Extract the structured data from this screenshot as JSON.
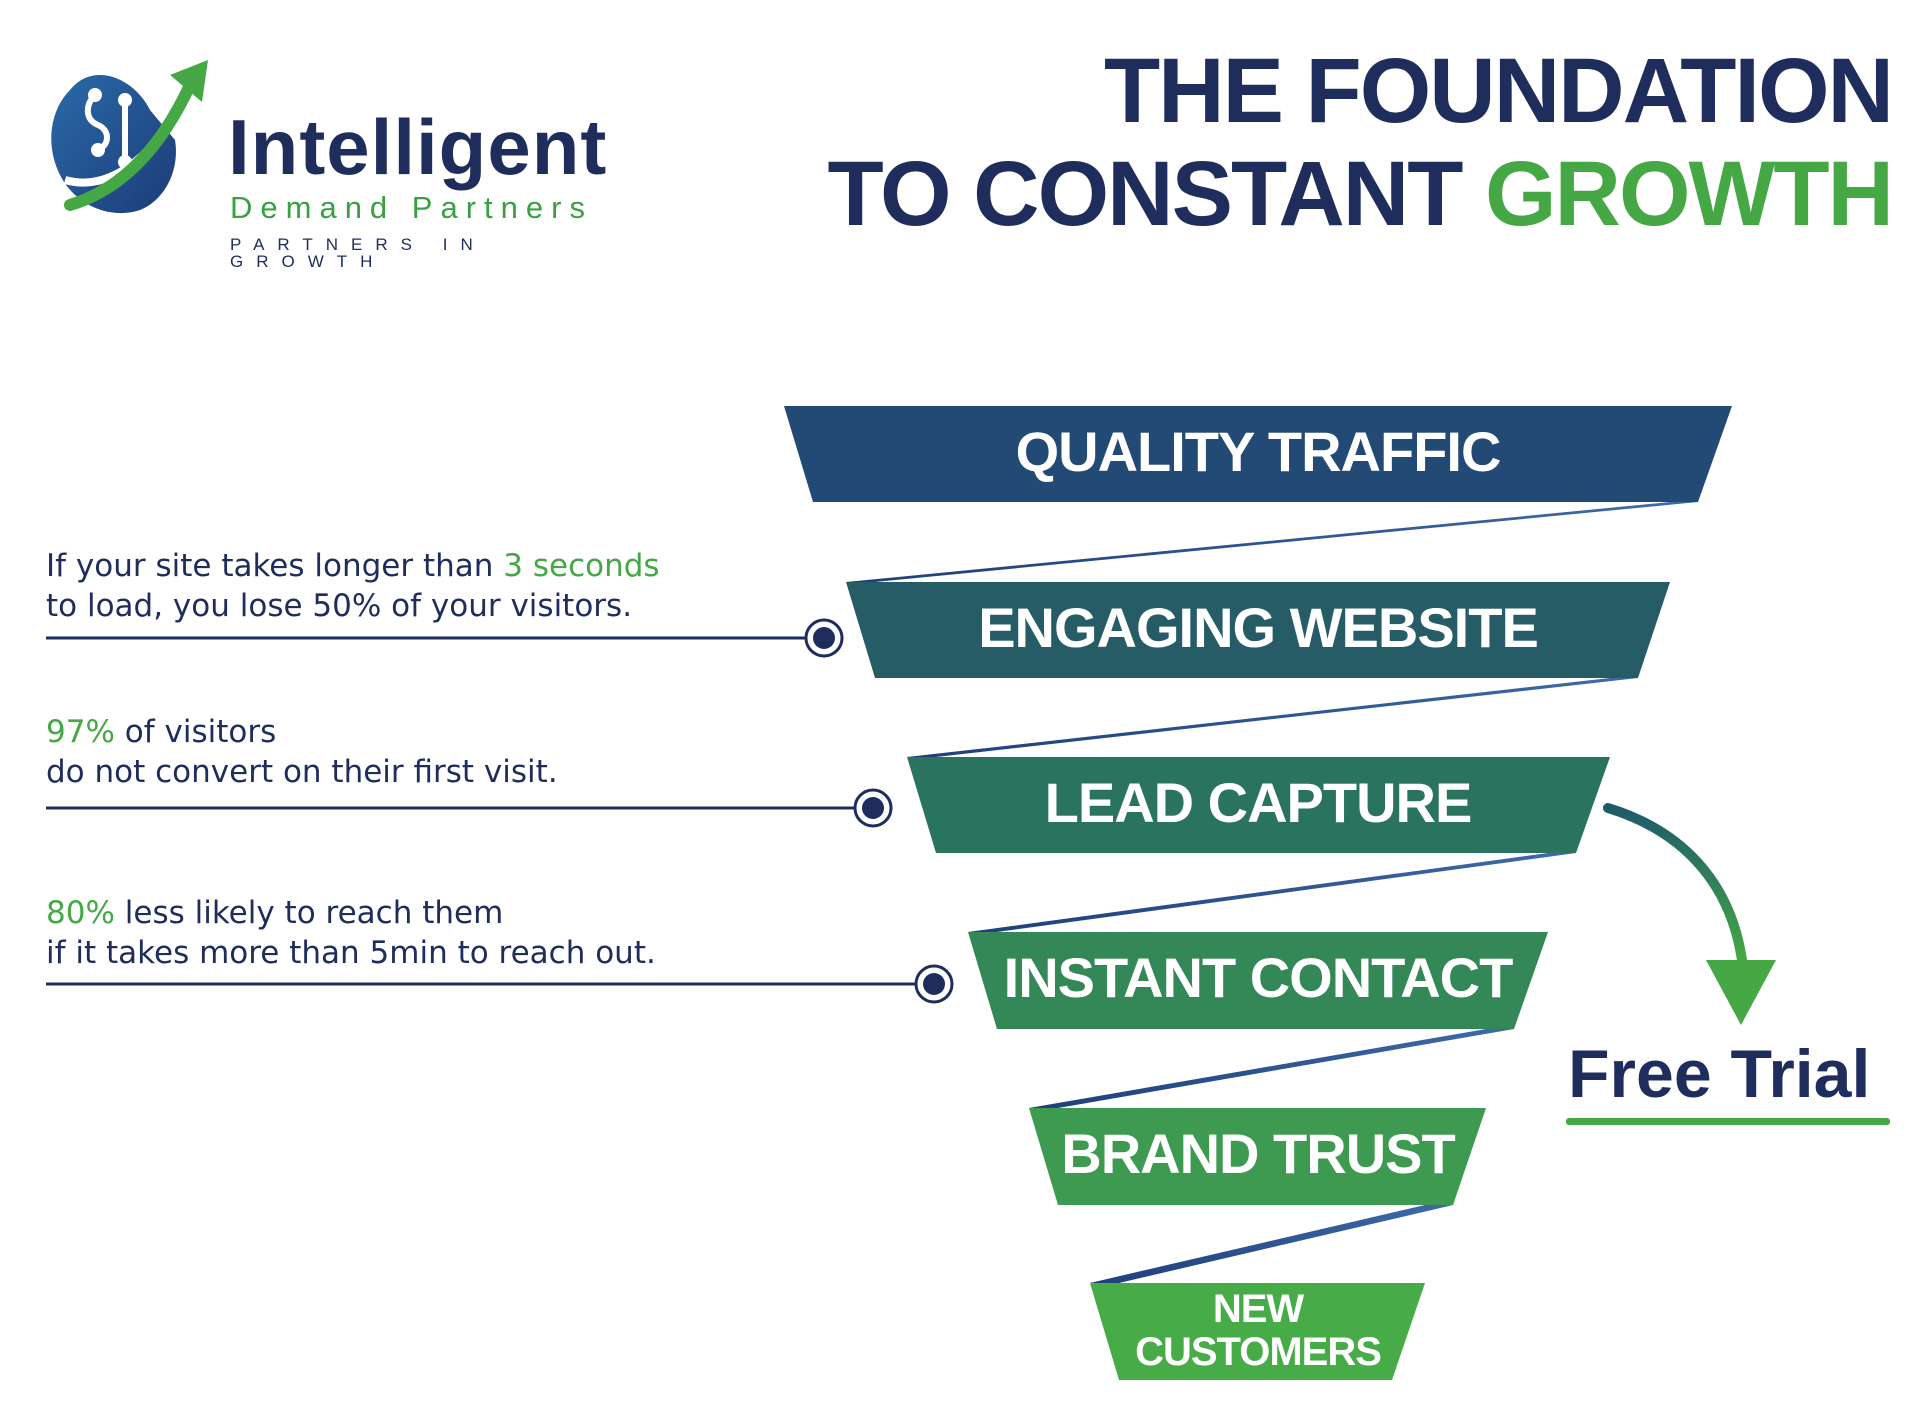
{
  "brand": {
    "name": "Intelligent",
    "sub": "Demand Partners",
    "tagline": "PARTNERS IN GROWTH"
  },
  "title": {
    "line1": "THE FOUNDATION",
    "line2_prefix": "TO CONSTANT ",
    "line2_accent": "GROWTH"
  },
  "funnel": {
    "stages": [
      {
        "label": "QUALITY TRAFFIC",
        "color": "#234a74"
      },
      {
        "label": "ENGAGING WEBSITE",
        "color": "#255c66"
      },
      {
        "label": "LEAD CAPTURE",
        "color": "#2a735e"
      },
      {
        "label": "INSTANT CONTACT",
        "color": "#348858"
      },
      {
        "label": "BRAND TRUST",
        "color": "#3d9a50"
      },
      {
        "label_line1": "NEW",
        "label_line2": "CUSTOMERS",
        "color": "#47ab48"
      }
    ],
    "ribbon_colors": [
      "#1e3f7a",
      "#3f6aa8"
    ]
  },
  "stats": [
    {
      "pre": "If your site takes longer than ",
      "highlight": "3 seconds",
      "post": "",
      "line2": "to load, you lose 50% of your visitors."
    },
    {
      "pre": "",
      "highlight": "97%",
      "post": " of visitors",
      "line2": "do not convert on their first visit."
    },
    {
      "pre": "",
      "highlight": "80%",
      "post": " less likely to reach them",
      "line2": "if it takes more than 5min to reach out."
    }
  ],
  "cta": {
    "label": "Free Trial"
  },
  "colors": {
    "navy": "#1f2d5c",
    "green": "#45a845"
  }
}
